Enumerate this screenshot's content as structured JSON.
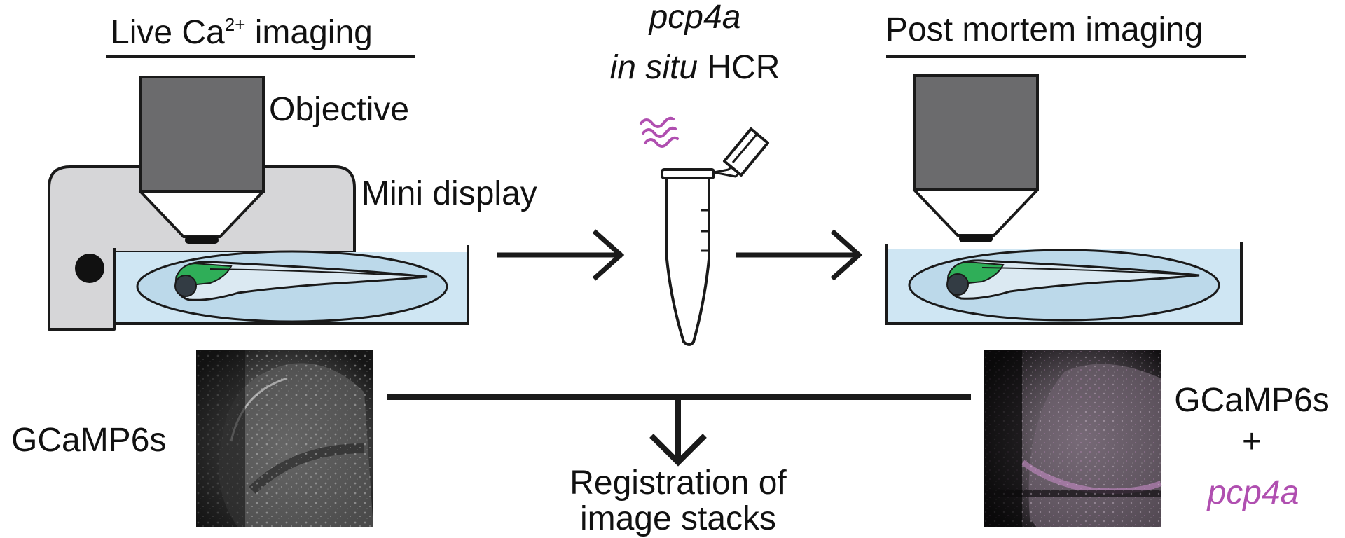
{
  "sections": {
    "live": {
      "title_prefix": "Live Ca",
      "title_sup": "2+",
      "title_suffix": " imaging",
      "objective_label": "Objective",
      "display_label": "Mini display"
    },
    "hcr": {
      "gene": "pcp4a",
      "method_italic": "in situ",
      "method_rest": " HCR"
    },
    "post": {
      "title": "Post mortem imaging"
    }
  },
  "images": {
    "left_label": "GCaMP6s",
    "right_label_line1": "GCaMP6s",
    "right_label_plus": "+",
    "right_label_gene": "pcp4a"
  },
  "registration": {
    "line1": "Registration of",
    "line2": "image stacks"
  },
  "colors": {
    "objective": "#6b6b6d",
    "display_case": "#d6d6d8",
    "water": "#cfe6f3",
    "egg": "#bcd9ea",
    "fish_head": "#2fae58",
    "magenta": "#b04fb0",
    "line": "#1a1a1a"
  }
}
